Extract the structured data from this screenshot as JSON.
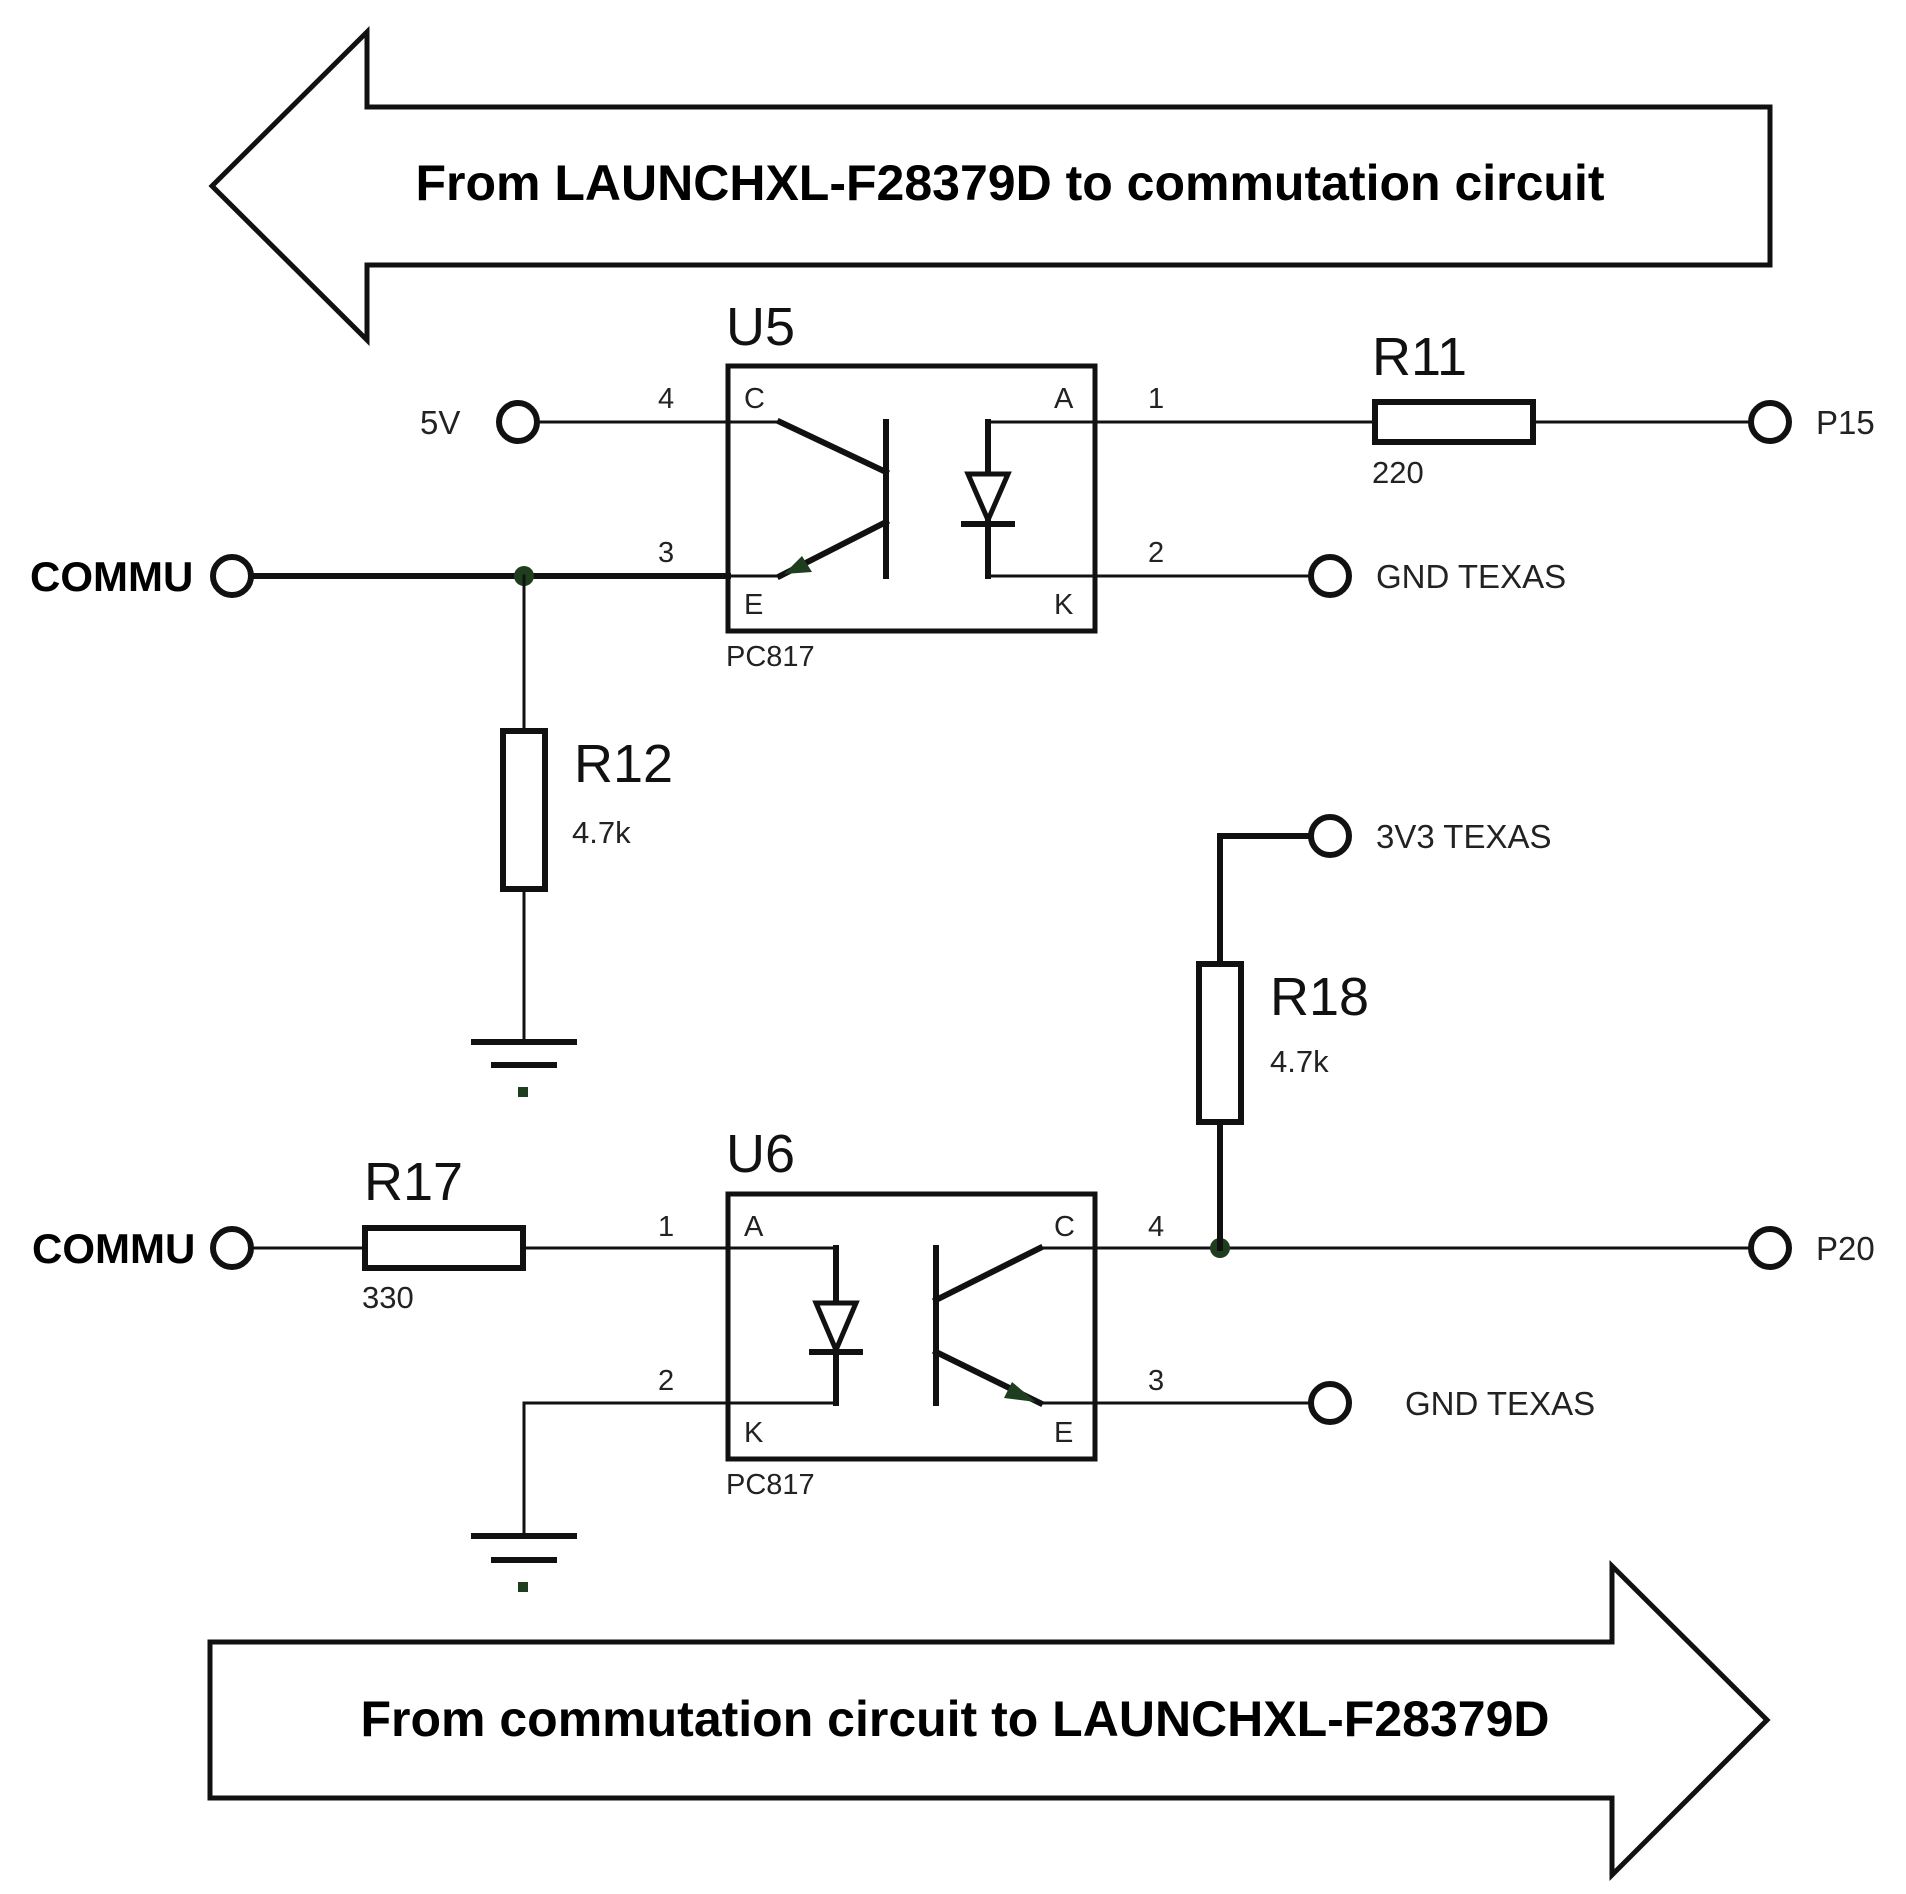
{
  "banners": {
    "top": "From LAUNCHXL-F28379D to commutation circuit",
    "bottom": "From commutation circuit to LAUNCHXL-F28379D"
  },
  "u5": {
    "ref": "U5",
    "part": "PC817",
    "pin_c": "C",
    "pin_e": "E",
    "pin_a": "A",
    "pin_k": "K",
    "num_4": "4",
    "num_3": "3",
    "num_1": "1",
    "num_2": "2"
  },
  "u6": {
    "ref": "U6",
    "part": "PC817",
    "pin_a": "A",
    "pin_k": "K",
    "pin_c": "C",
    "pin_e": "E",
    "num_1": "1",
    "num_2": "2",
    "num_4": "4",
    "num_3": "3"
  },
  "resistors": {
    "r11": {
      "ref": "R11",
      "value": "220"
    },
    "r12": {
      "ref": "R12",
      "value": "4.7k"
    },
    "r17": {
      "ref": "R17",
      "value": "330"
    },
    "r18": {
      "ref": "R18",
      "value": "4.7k"
    }
  },
  "nets": {
    "v5": "5V",
    "p15": "P15",
    "commu_top": "COMMU",
    "gnd_texas_top": "GND TEXAS",
    "v3v3": "3V3 TEXAS",
    "commu_bottom": "COMMU",
    "p20": "P20",
    "gnd_texas_bottom": "GND TEXAS"
  }
}
